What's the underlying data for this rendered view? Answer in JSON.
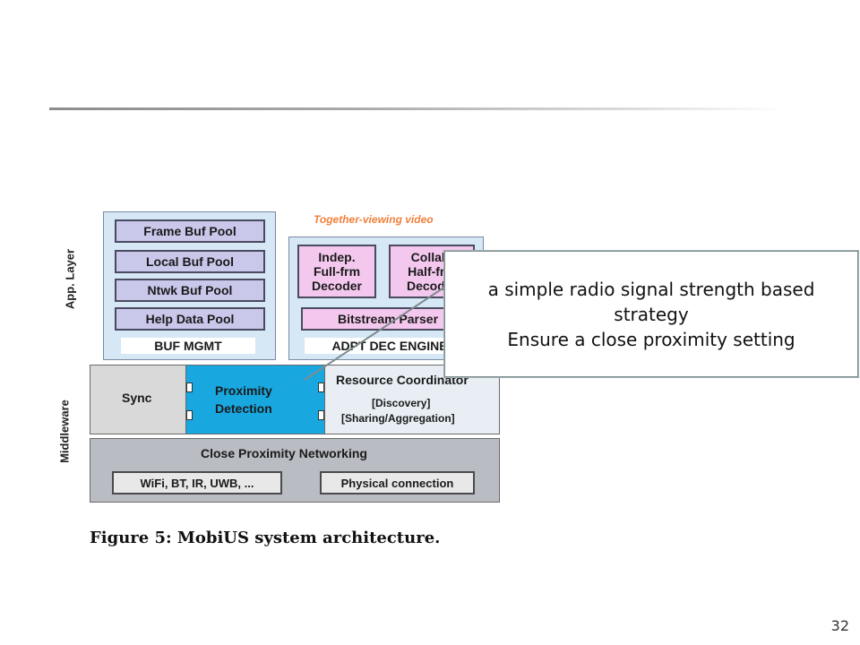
{
  "slide": {
    "page_number": "32"
  },
  "diagram": {
    "layers": {
      "app": "App. Layer",
      "middleware": "Middleware"
    },
    "buf_mgmt": {
      "pools": [
        "Frame Buf Pool",
        "Local Buf Pool",
        "Ntwk Buf Pool",
        "Help Data Pool"
      ],
      "label": "BUF MGMT"
    },
    "video": {
      "title": "Together-viewing video",
      "decoder1_lines": [
        "Indep.",
        "Full-frm",
        "Decoder"
      ],
      "decoder2_lines": [
        "Collab.",
        "Half-frm",
        "Decoder"
      ],
      "parser": "Bitstream Parser",
      "engine": "ADPT DEC ENGINE"
    },
    "middleware": {
      "sync": "Sync",
      "proximity_lines": [
        "Proximity",
        "Detection"
      ],
      "resource_title": "Resource Coordinator",
      "resource_items": [
        "[Discovery]",
        "[Sharing/Aggregation]"
      ]
    },
    "network": {
      "title": "Close Proximity Networking",
      "wireless": "WiFi, BT, IR, UWB, ...",
      "physical": "Physical connection"
    },
    "caption": "Figure 5:  MobiUS system architecture.",
    "colors": {
      "pool_fill": "#c9c7ea",
      "decoder_fill": "#f4c8ee",
      "proximity_fill": "#19a7e0",
      "app_bg": "#d6e7f6",
      "title_orange": "#f0803c"
    }
  },
  "callout": {
    "lines": [
      "a simple radio signal strength based",
      "strategy",
      "Ensure a close proximity setting"
    ]
  }
}
